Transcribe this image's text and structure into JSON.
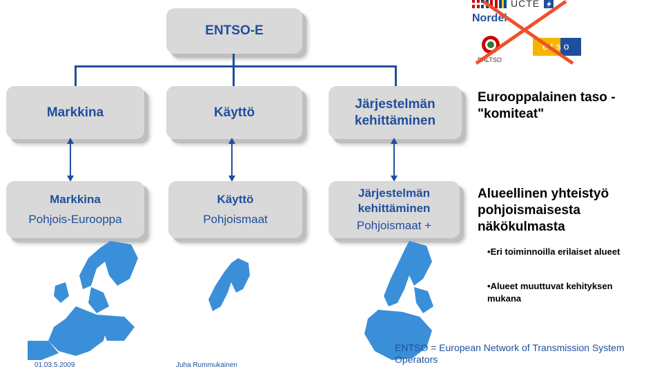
{
  "top": {
    "title": "ENTSO-E"
  },
  "level1": [
    {
      "label": "Markkina"
    },
    {
      "label": "Käyttö"
    },
    {
      "label": "Järjestelmän kehittäminen"
    }
  ],
  "level2": [
    {
      "label": "Markkina",
      "region": "Pohjois-Eurooppa"
    },
    {
      "label": "Käyttö",
      "region": "Pohjoismaat"
    },
    {
      "label": "Järjestelmän kehittäminen",
      "region": "Pohjoismaat +"
    }
  ],
  "logos": {
    "ucte": "UCTE",
    "nordel": "Nordel",
    "baltso": "BALTSO",
    "etso": "etso"
  },
  "side": {
    "european": "Eurooppalainen taso - \"komiteat\"",
    "regional": "Alueellinen yhteistyö pohjoismaisesta näkökulmasta",
    "bullets": [
      "Eri toiminnoilla erilaiset alueet",
      "Alueet muuttuvat kehityksen mukana"
    ]
  },
  "footnote": "ENTSO = European Network of Transmission System Operators",
  "footer": {
    "date": "01.03.5.2009",
    "author": "Juha Rummukainen"
  },
  "colors": {
    "accent": "#1f4e9c",
    "box": "#d9d9d9",
    "cross": "#f0502a",
    "map": "#3a8fd8"
  }
}
